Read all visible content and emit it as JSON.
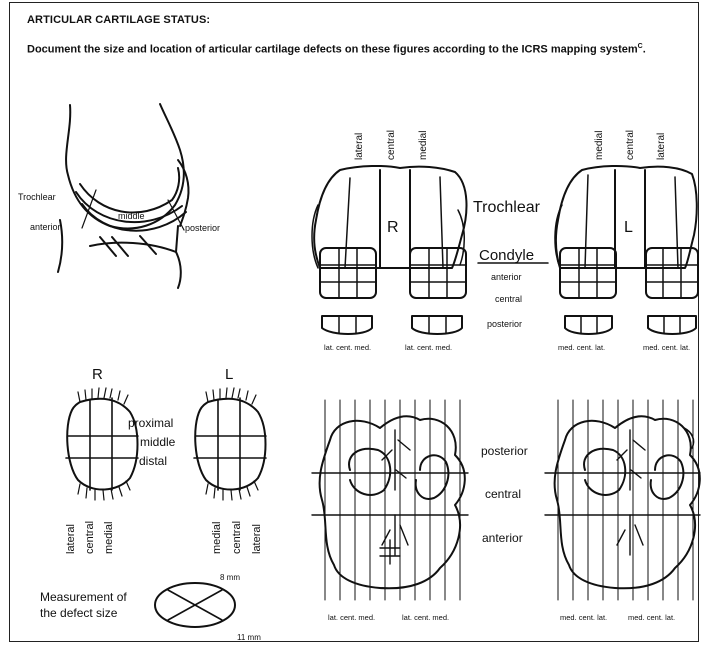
{
  "header": {
    "title": "ARTICULAR CARTILAGE STATUS:",
    "instruction": "Document the size and location of articular cartilage defects on these figures according to the ICRS mapping system",
    "instruction_sup": "C",
    "instruction_end": "."
  },
  "sagittal": {
    "trochlear": "Trochlear",
    "anterior": "anterior",
    "middle": "middle",
    "posterior": "posterior"
  },
  "femur": {
    "right_cols": [
      "lateral",
      "central",
      "medial"
    ],
    "left_cols": [
      "medial",
      "central",
      "lateral"
    ],
    "right_letter": "R",
    "left_letter": "L",
    "trochlear": "Trochlear",
    "condyle": "Condyle",
    "anterior": "anterior",
    "central": "central",
    "posterior": "posterior",
    "right_bottom_1": "lat. cent. med.",
    "right_bottom_2": "lat. cent. med.",
    "left_bottom_1": "med. cent. lat.",
    "left_bottom_2": "med. cent. lat."
  },
  "patella": {
    "right_letter": "R",
    "left_letter": "L",
    "proximal": "proximal",
    "middle": "middle",
    "distal": "distal",
    "right_cols": [
      "lateral",
      "central",
      "medial"
    ],
    "left_cols": [
      "medial",
      "central",
      "lateral"
    ]
  },
  "measurement": {
    "label_1": "Measurement of",
    "label_2": "the defect size",
    "dim_1": "8 mm",
    "dim_2": "11 mm"
  },
  "tibia": {
    "posterior": "posterior",
    "central": "central",
    "anterior": "anterior",
    "right_bottom_1": "lat. cent. med.",
    "right_bottom_2": "lat. cent. med.",
    "left_bottom_1": "med. cent. lat.",
    "left_bottom_2": "med. cent. lat."
  }
}
